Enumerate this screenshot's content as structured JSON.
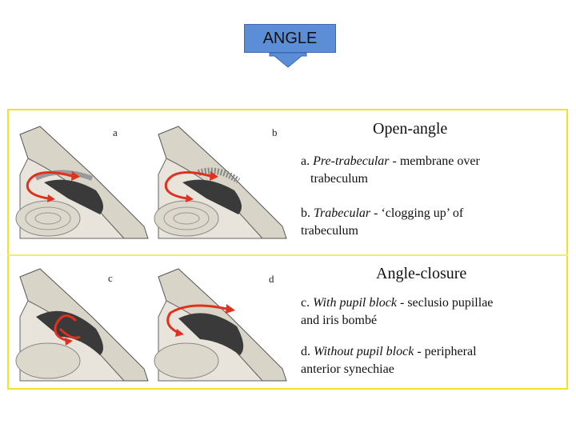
{
  "title": "ANGLE",
  "panels": {
    "a": "a",
    "b": "b",
    "c": "c",
    "d": "d"
  },
  "open_angle": {
    "heading": "Open-angle",
    "a_prefix": "a. ",
    "a_term": "Pre-trabecular",
    "a_text": " - membrane over",
    "a_text2": "trabeculum",
    "b_prefix": "b. ",
    "b_term": "Trabecular",
    "b_text": " - ‘clogging up’ of",
    "b_text2": "trabeculum"
  },
  "angle_closure": {
    "heading": "Angle-closure",
    "c_prefix": "c. ",
    "c_term": "With pupil block",
    "c_text": " - seclusio pupillae",
    "c_text2": "and iris bombé",
    "d_prefix": "d. ",
    "d_term": "Without pupil block",
    "d_text": " - peripheral",
    "d_text2": "anterior synechiae"
  },
  "colors": {
    "title_box": "#5b8ed6",
    "frame": "#f2e22a",
    "arrow": "#e0301e"
  }
}
